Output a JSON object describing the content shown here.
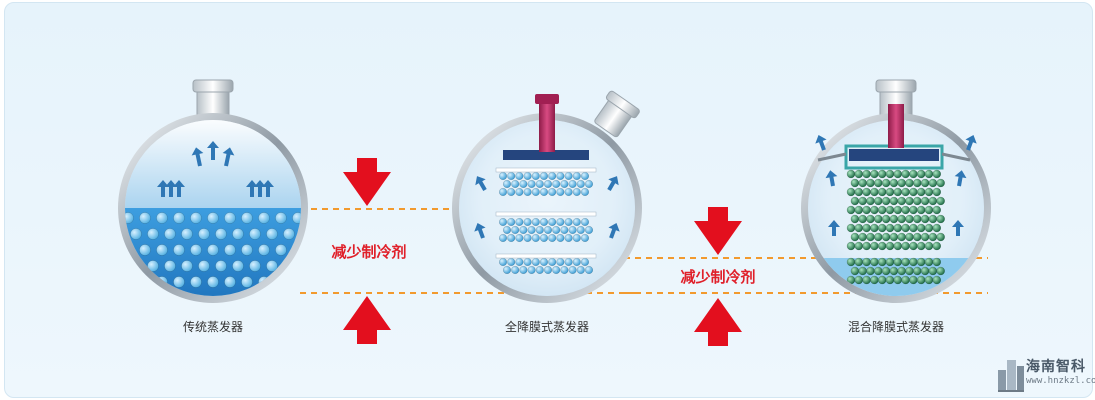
{
  "evaporators": [
    {
      "label": "传统蒸发器"
    },
    {
      "label": "全降膜式蒸发器"
    },
    {
      "label": "混合降膜式蒸发器"
    }
  ],
  "reduction_labels": [
    "减少制冷剂",
    "减少制冷剂"
  ],
  "logo": {
    "name": "海南智科",
    "url": "www.hnzkzl.com"
  },
  "colors": {
    "dashed_line": "#f29a2e",
    "arrow_red": "#e30f1e",
    "liquid_blue": "#2f8fd6",
    "tube_blue": "#6ac0e8",
    "tube_green": "#2f8a5c",
    "flow_arrow": "#2f77b5",
    "header_magenta": "#b4285f"
  },
  "icons": [
    "down-arrow-icon",
    "up-arrow-icon",
    "vapor-arrow-icon",
    "logo-building-icon"
  ]
}
